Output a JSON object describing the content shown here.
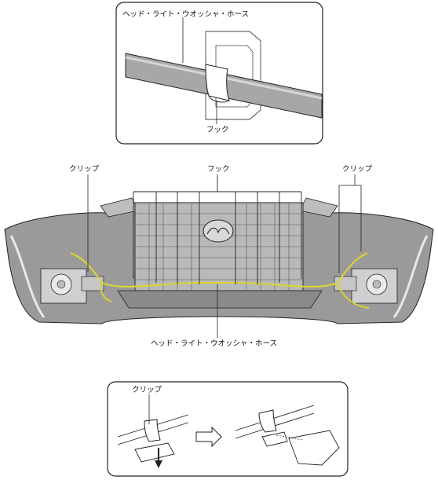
{
  "top_panel": {
    "hose_label": "ヘッド・ライト・ウオッシャ・ホース",
    "hook_label": "フック"
  },
  "main_view": {
    "clip_left_label": "クリップ",
    "hook_label": "フック",
    "clip_right_label": "クリップ",
    "hose_label": "ヘッド・ライト・ウオッシャ・ホース"
  },
  "bottom_panel": {
    "clip_label": "クリップ"
  },
  "colors": {
    "hose_yellow": "#d8d23a",
    "bumper_gray": "#9a9a9a",
    "line": "#222222"
  }
}
